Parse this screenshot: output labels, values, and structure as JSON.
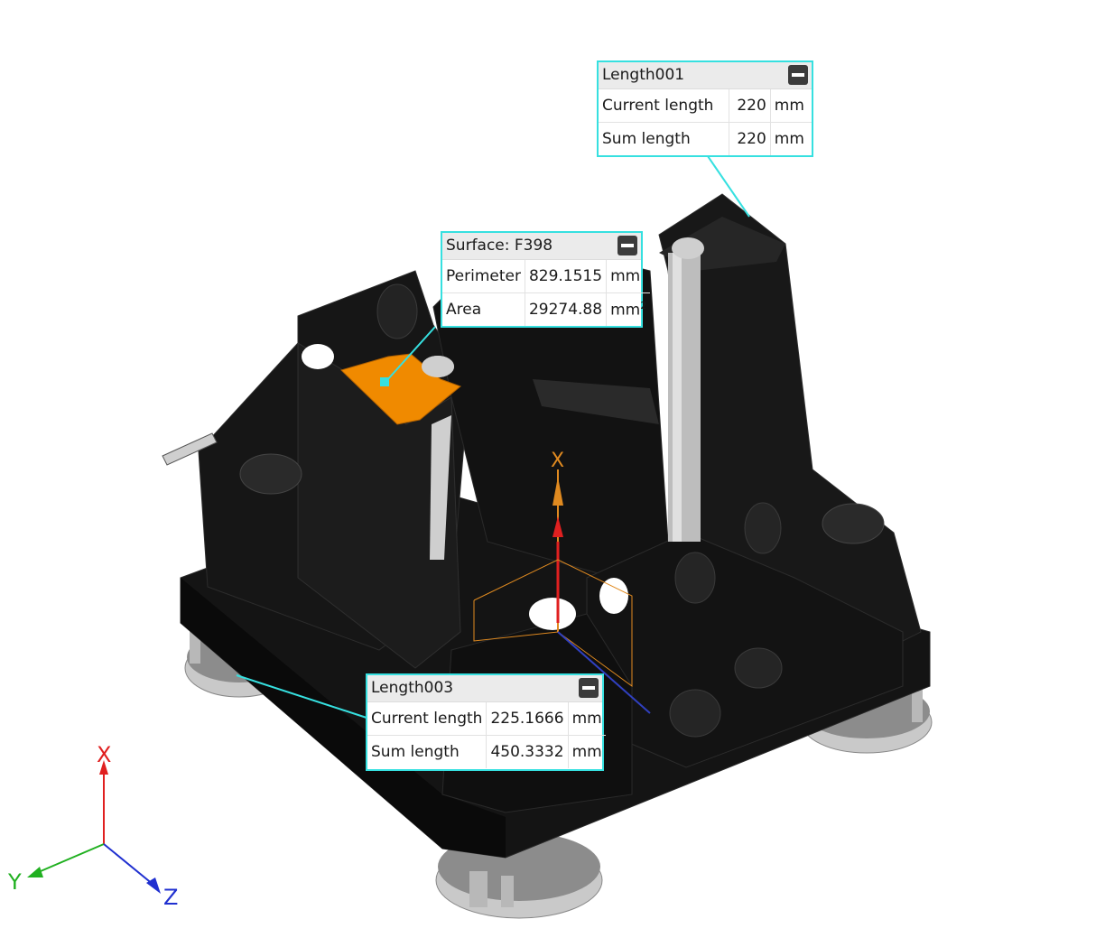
{
  "colors": {
    "callout_border": "#36e0e0",
    "selected_face": "#f08a00",
    "part_body": "#141414",
    "axis_x": "#e02020",
    "axis_y": "#20b020",
    "axis_z": "#2030d0",
    "gizmo": "#e08a20"
  },
  "panels": [
    {
      "title": "Length001",
      "collapse_icon": "minus-icon",
      "rows": [
        {
          "label": "Current length",
          "value": "220",
          "unit": "mm"
        },
        {
          "label": "Sum length",
          "value": "220",
          "unit": "mm"
        }
      ]
    },
    {
      "title": "Surface: F398",
      "collapse_icon": "minus-icon",
      "rows": [
        {
          "label": "Perimeter",
          "value": "829.1515",
          "unit": "mm"
        },
        {
          "label": "Area",
          "value": "29274.88",
          "unit": "mm",
          "unit_sup": "2"
        }
      ]
    },
    {
      "title": "Length003",
      "collapse_icon": "minus-icon",
      "rows": [
        {
          "label": "Current length",
          "value": "225.1666",
          "unit": "mm"
        },
        {
          "label": "Sum length",
          "value": "450.3332",
          "unit": "mm"
        }
      ]
    }
  ],
  "triad": {
    "x": "X",
    "y": "Y",
    "z": "Z"
  },
  "gizmo": {
    "label": "X"
  }
}
